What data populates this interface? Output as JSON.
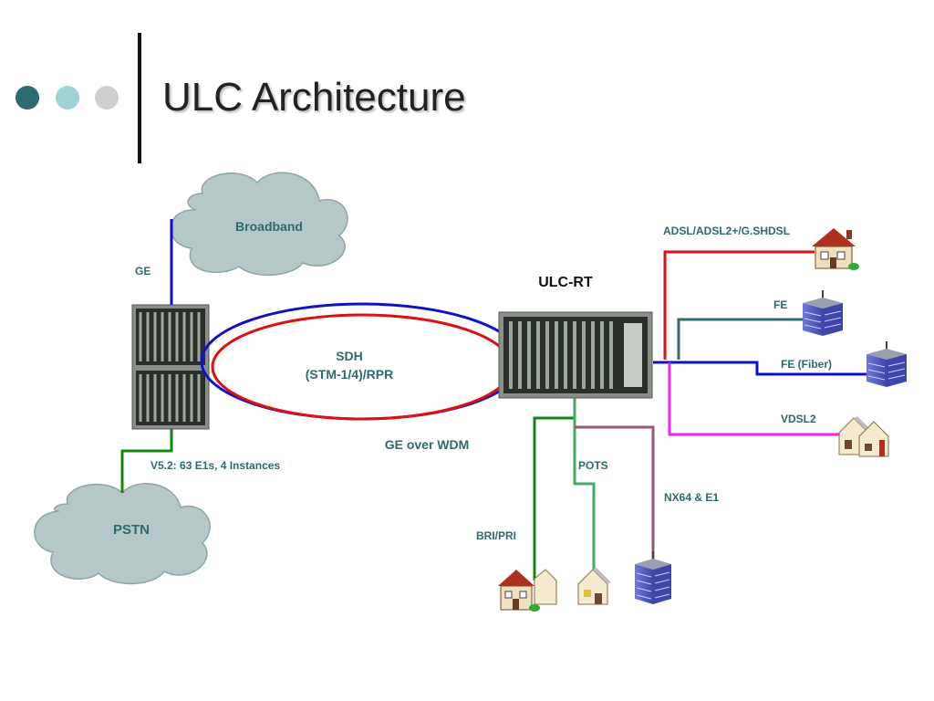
{
  "slide": {
    "title": "ULC Architecture",
    "bullet_colors": [
      "#2e6b70",
      "#9fd3d5",
      "#cfcfcf"
    ]
  },
  "diagram": {
    "clouds": {
      "broadband": "Broadband",
      "pstn": "PSTN"
    },
    "links": {
      "ge": "GE",
      "v52": "V5.2: 63 E1s, 4 Instances",
      "ring_line1": "SDH",
      "ring_line2": "(STM-1/4)/RPR",
      "ge_over_wdm": "GE over WDM",
      "ulc_rt": "ULC-RT",
      "adsl": "ADSL/ADSL2+/G.SHDSL",
      "fe": "FE",
      "fe_fiber": "FE (Fiber)",
      "vdsl2": "VDSL2",
      "pots": "POTS",
      "nx64": "NX64 & E1",
      "bri_pri": "BRI/PRI"
    },
    "colors": {
      "cloud_fill": "#b5c7c7",
      "cloud_text": "#2d6b6b",
      "label_teal": "#2d6b6b",
      "ring_blue": "#1010cc",
      "ring_red": "#dd1111",
      "adsl_red": "#dd1111",
      "fe_slate": "#3a6b6b",
      "fiber_blue": "#1010cc",
      "vdsl_magenta": "#ee22ee",
      "bri_green": "#118811",
      "pots_green": "#44aa66",
      "nx_purple": "#995577",
      "pstn_green": "#118811",
      "ge_blue": "#1010cc"
    }
  }
}
